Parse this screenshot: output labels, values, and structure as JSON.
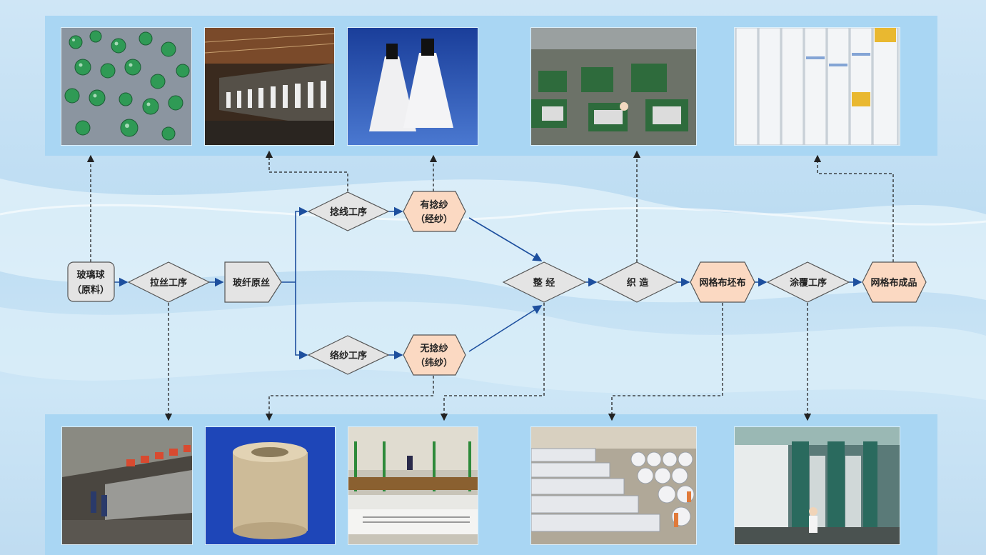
{
  "nodes": {
    "glass_ball": {
      "line1": "玻璃球",
      "line2": "（原料）"
    },
    "drawing": {
      "label": "拉丝工序"
    },
    "raw_fiber": {
      "label": "玻纤原丝"
    },
    "twisting": {
      "label": "捻线工序"
    },
    "twisted_yarn": {
      "line1": "有捻纱",
      "line2": "（经纱）"
    },
    "winding": {
      "label": "络纱工序"
    },
    "untwisted_yarn": {
      "line1": "无捻纱",
      "line2": "（纬纱）"
    },
    "warping": {
      "label": "整 经"
    },
    "weaving": {
      "label": "织 造"
    },
    "grey_mesh": {
      "label": "网格布坯布"
    },
    "coating": {
      "label": "涂覆工序"
    },
    "finished_mesh": {
      "label": "网格布成品"
    }
  },
  "colors": {
    "gray_node": "#e4e4e4",
    "orange_node": "#fbd9c2",
    "node_stroke": "#555555",
    "flow_arrow": "#1d4f9e",
    "dashed_arrow": "#222222",
    "band": "#a9d6f3"
  },
  "photos": {
    "top": [
      "glass-marbles-photo",
      "drawing-line-photo",
      "yarn-bobbins-photo",
      "loom-workshop-photo",
      "mesh-rolls-photo"
    ],
    "bottom": [
      "furnace-line-photo",
      "fiber-spool-photo",
      "winding-machine-photo",
      "grey-cloth-rolls-photo",
      "coating-line-photo"
    ]
  }
}
